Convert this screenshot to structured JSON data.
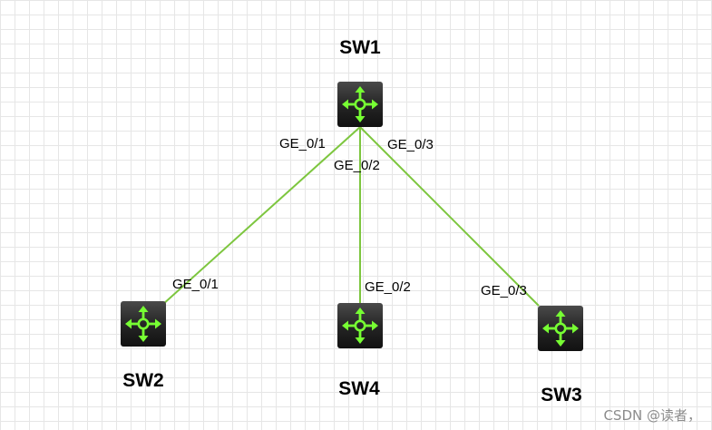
{
  "colors": {
    "link": "#7dc63f",
    "icon_body": "#262626",
    "icon_glyph": "#77ff33"
  },
  "nodes": {
    "sw1": {
      "label": "SW1",
      "icon": "l3-switch-icon"
    },
    "sw2": {
      "label": "SW2",
      "icon": "l3-switch-icon"
    },
    "sw3": {
      "label": "SW3",
      "icon": "l3-switch-icon"
    },
    "sw4": {
      "label": "SW4",
      "icon": "l3-switch-icon"
    }
  },
  "links": [
    {
      "from": "SW1",
      "to": "SW2",
      "from_port": "GE_0/1",
      "to_port": "GE_0/1"
    },
    {
      "from": "SW1",
      "to": "SW4",
      "from_port": "GE_0/2",
      "to_port": "GE_0/2"
    },
    {
      "from": "SW1",
      "to": "SW3",
      "from_port": "GE_0/3",
      "to_port": "GE_0/3"
    }
  ],
  "watermark": "CSDN @读者，"
}
